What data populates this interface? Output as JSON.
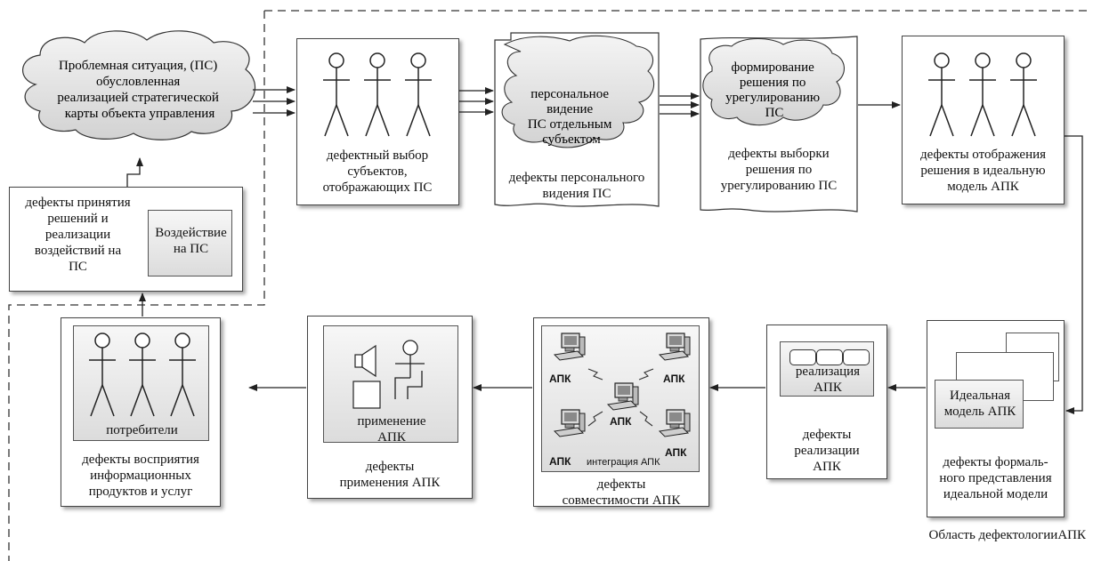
{
  "cloud_ps": {
    "text_lines": [
      "Проблемная ситуация, (ПС)",
      "обусловленная",
      "реализацией стратегической",
      "карты объекта управления"
    ]
  },
  "decision_box": {
    "text_lines": [
      "дефекты принятия",
      "решений и",
      "реализации",
      "воздействий на",
      "ПС"
    ],
    "inner_lines": [
      "Воздействие",
      "на ПС"
    ]
  },
  "subjects_box": {
    "text_lines": [
      "дефектный выбор",
      "субъектов,",
      "отображающих ПС"
    ]
  },
  "personal_box": {
    "cloud_lines": [
      "персональное",
      "видение",
      "ПС отдельным",
      "субъектом"
    ],
    "text_lines": [
      "дефекты персонального",
      "видения ПС"
    ]
  },
  "solution_box": {
    "cloud_lines": [
      "формирование",
      "решения по",
      "урегулированию",
      "ПС"
    ],
    "text_lines": [
      "дефекты выборки",
      "решения по",
      "урегулированию ПС"
    ]
  },
  "mapping_box": {
    "text_lines": [
      "дефекты отображения",
      "решения в идеальную",
      "модель АПК"
    ]
  },
  "formal_box": {
    "inner_lines": [
      "Идеальная",
      "модель АПК"
    ],
    "text_lines": [
      "дефекты формаль-",
      "ного представления",
      "идеальной модели"
    ]
  },
  "realization_box": {
    "inner_lines": [
      "реализация",
      "АПК"
    ],
    "text_lines": [
      "дефекты",
      "реализации",
      "АПК"
    ]
  },
  "compat_box": {
    "pc_label": "АПК",
    "integration_label": "интеграция АПК",
    "text_lines": [
      "дефекты",
      "совместимости АПК"
    ]
  },
  "application_box": {
    "inner_lines": [
      "применение",
      "АПК"
    ],
    "text_lines": [
      "дефекты",
      "применения АПК"
    ]
  },
  "consumers_box": {
    "inner_label": "потребители",
    "text_lines": [
      "дефекты восприятия",
      "информационных",
      "продуктов и услуг"
    ]
  },
  "area_label": "Область дефектологииАПК"
}
